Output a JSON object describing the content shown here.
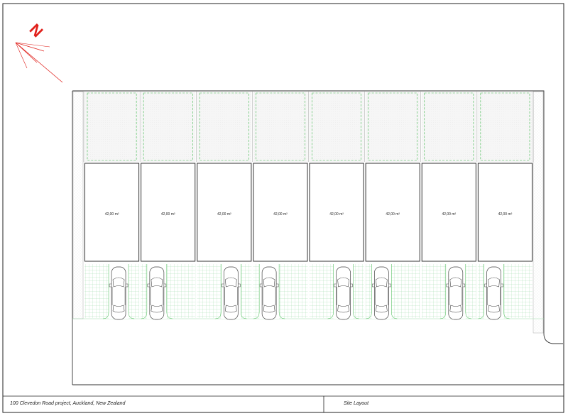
{
  "drawing": {
    "title_block": {
      "project": "100 Clevedon Road project, Auckland, New Zealand",
      "sheet_title": "Site Layout"
    },
    "north_arrow": {
      "label": "N",
      "color": "#e0201b"
    },
    "units": [
      {
        "area": "42,00 m²"
      },
      {
        "area": "42,00 m²"
      },
      {
        "area": "42,00 m²"
      },
      {
        "area": "42,00 m²"
      },
      {
        "area": "42,00 m²"
      },
      {
        "area": "42,00 m²"
      },
      {
        "area": "42,00 m²"
      },
      {
        "area": "42,00 m²"
      }
    ],
    "colors": {
      "line": "#333333",
      "landscape": "#3cb84a",
      "paving": "#8fd39a"
    }
  }
}
